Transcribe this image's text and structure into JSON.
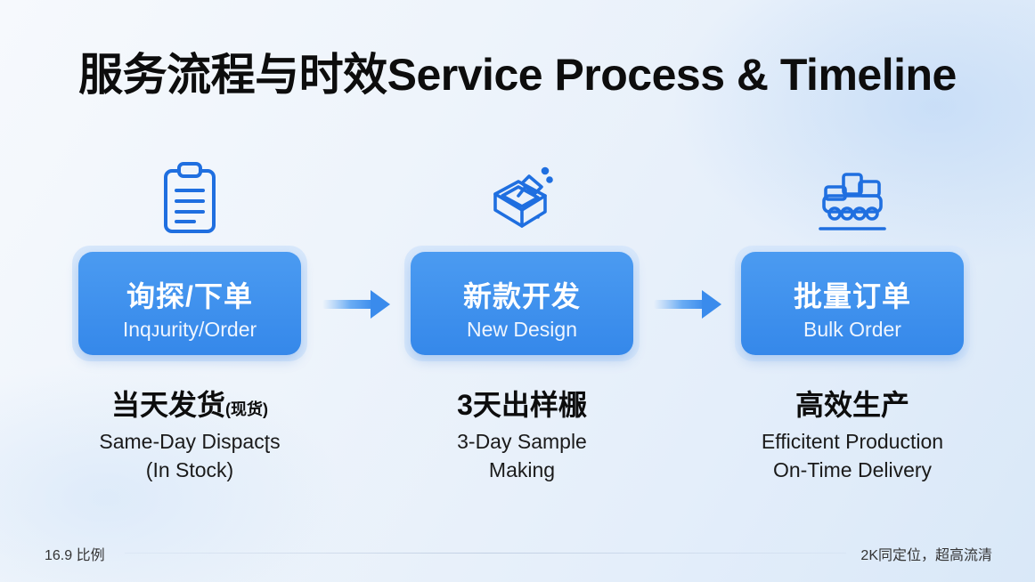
{
  "title": "服务流程与时效Service Process & Timeline",
  "steps": [
    {
      "icon": "clipboard-icon",
      "zh": "询探/下单",
      "en": "Inqᴊurity/Order",
      "desc_zh": "当天发货",
      "desc_zh_small": "(现货)",
      "desc_en_1": "Same-Day Dispacʈs",
      "desc_en_2": "(In Stock)"
    },
    {
      "icon": "design-box-icon",
      "zh": "新款开发",
      "en": "New Design",
      "desc_zh": "3天出样棴",
      "desc_zh_small": "",
      "desc_en_1": "3-Day Sample",
      "desc_en_2": "Making"
    },
    {
      "icon": "production-truck-icon",
      "zh": "批量订单",
      "en": "Bulk Order",
      "desc_zh": "高效生产",
      "desc_zh_small": "",
      "desc_en_1": "Efficitent Production",
      "desc_en_2": "On-Time Delivery"
    }
  ],
  "footer": {
    "left": "16.9 比例",
    "right": "2K同定位，超高流清"
  },
  "colors": {
    "accent": "#3a8bec",
    "icon": "#1f6fe0",
    "title": "#0d0d0d"
  }
}
